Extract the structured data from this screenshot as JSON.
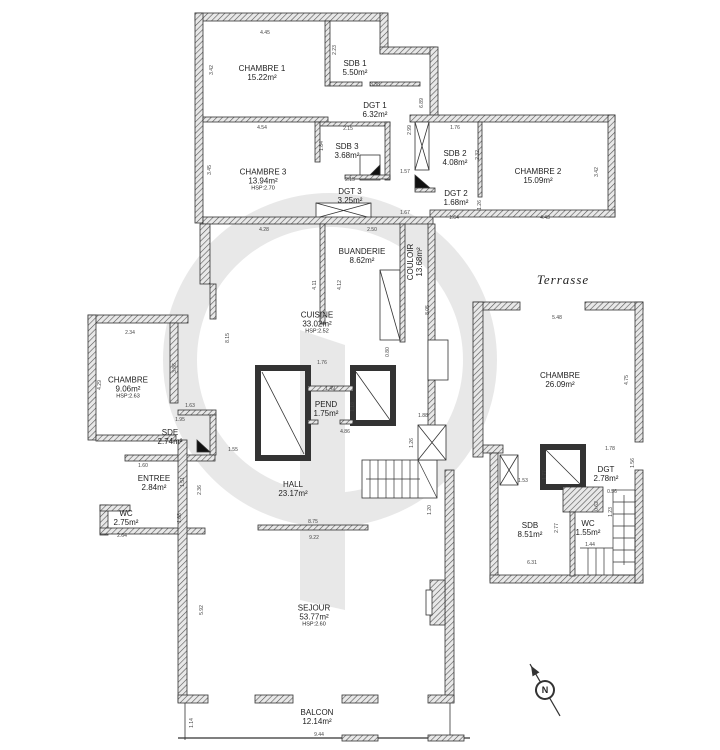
{
  "plan": {
    "rooms": {
      "chambre1": {
        "name": "CHAMBRE 1",
        "area": "15.22m²"
      },
      "sdb1": {
        "name": "SDB 1",
        "area": "5.50m²"
      },
      "dgt1": {
        "name": "DGT 1",
        "area": "6.32m²"
      },
      "chambre3": {
        "name": "CHAMBRE 3",
        "area": "13.94m²",
        "hsp": "HSP:2.70"
      },
      "sdb3": {
        "name": "SDB 3",
        "area": "3.68m²"
      },
      "dgt3": {
        "name": "DGT 3",
        "area": "3.25m²"
      },
      "sdb2": {
        "name": "SDB 2",
        "area": "4.08m²"
      },
      "dgt2": {
        "name": "DGT 2",
        "area": "1.68m²"
      },
      "chambre2": {
        "name": "CHAMBRE 2",
        "area": "15.09m²"
      },
      "buanderie": {
        "name": "BUANDERIE",
        "area": "8.62m²"
      },
      "couloir": {
        "name": "COULOIR",
        "area": "13.68m²"
      },
      "cuisine": {
        "name": "CUISINE",
        "area": "33.02m²",
        "hsp": "HSP:2.52"
      },
      "chambre": {
        "name": "CHAMBRE",
        "area": "9.06m²",
        "hsp": "HSP:2.63"
      },
      "pend": {
        "name": "PEND",
        "area": "1.75m²"
      },
      "sde": {
        "name": "SDE",
        "area": "2.74m²"
      },
      "entree": {
        "name": "ENTREE",
        "area": "2.84m²"
      },
      "hall": {
        "name": "HALL",
        "area": "23.17m²"
      },
      "wc": {
        "name": "WC",
        "area": "2.75m²"
      },
      "sejour": {
        "name": "SEJOUR",
        "area": "53.77m²",
        "hsp": "HSP:2.60"
      },
      "balcon": {
        "name": "BALCON",
        "area": "12.14m²"
      },
      "chambre_annexe": {
        "name": "CHAMBRE",
        "area": "26.09m²"
      },
      "dgt_annexe": {
        "name": "DGT",
        "area": "2.78m²"
      },
      "sdb_annexe": {
        "name": "SDB",
        "area": "8.51m²"
      },
      "wc_annexe": {
        "name": "WC",
        "area": "1.55m²"
      }
    },
    "terrasse": "Terrasse",
    "compass": "N",
    "dims": [
      "4.45",
      "3.42",
      "2.23",
      "3.38",
      "6.89",
      "4.54",
      "2.15",
      "1.84",
      "3.45",
      "2.15",
      "2.99",
      "1.57",
      "1.76",
      "2.32",
      "3.42",
      "1.67",
      "1.64",
      "4.43",
      "1.26",
      "4.28",
      "2.50",
      "4.11",
      "4.12",
      "8.15",
      "2.34",
      "3.86",
      "4.29",
      "1.76",
      "0.80",
      "8.05",
      "1.49",
      "1.18",
      "4.86",
      "1.63",
      "1.95",
      "1.55",
      "1.88",
      "1.26",
      "1.60",
      "1.51",
      "2.36",
      "1.08",
      "2.64",
      "8.75",
      "9.22",
      "1.20",
      "5.92",
      "1.14",
      "9.44",
      "5.48",
      "4.75",
      "1.78",
      "1.56",
      "1.77",
      "1.53",
      "0.56",
      "0.62",
      "2.77",
      "1.23",
      "1.44",
      "6.31"
    ]
  }
}
